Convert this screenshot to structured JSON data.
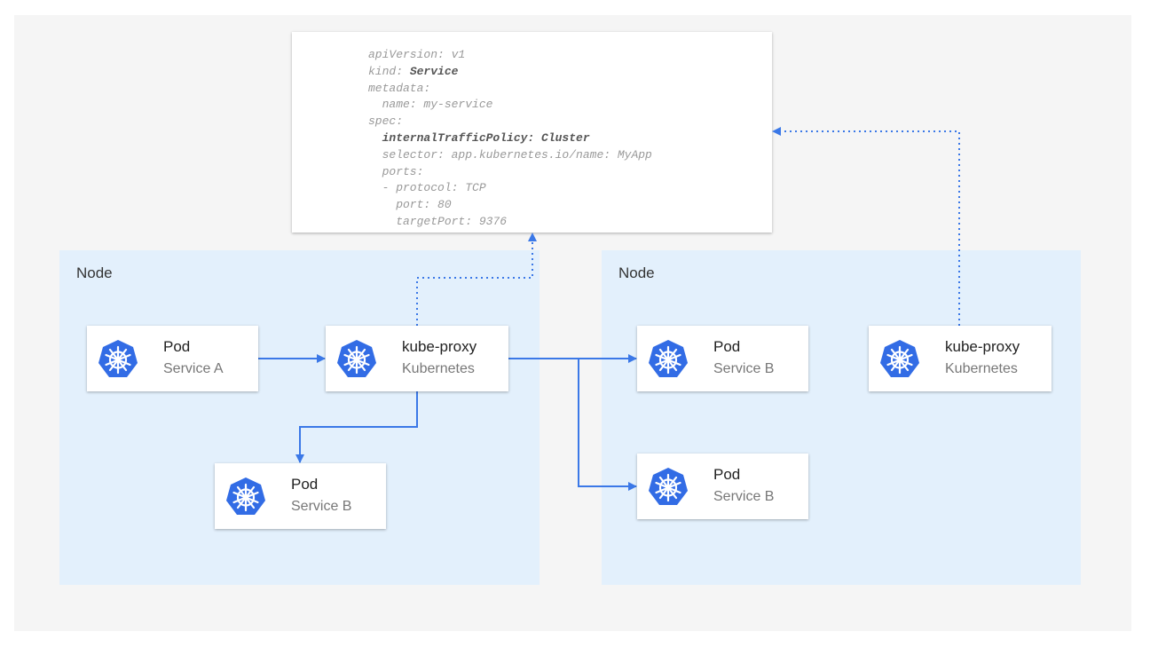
{
  "colors": {
    "accent": "#3b78e7",
    "node_bg": "#e3f0fc",
    "canvas_bg": "#f5f5f5"
  },
  "yaml": {
    "lines": [
      "apiVersion: v1",
      "kind: ",
      "metadata:",
      "  name: my-service",
      "spec:",
      "",
      "  selector: app.kubernetes.io/name: MyApp",
      "  ports:",
      "  - protocol: TCP",
      "    port: 80",
      "    targetPort: 9376"
    ],
    "kind_value": "Service",
    "policy_line": "  internalTrafficPolicy: Cluster"
  },
  "nodes": [
    {
      "label": "Node"
    },
    {
      "label": "Node"
    }
  ],
  "cards": {
    "pod_a": {
      "title": "Pod",
      "subtitle": "Service A",
      "icon": "kubernetes-icon"
    },
    "proxy_1": {
      "title": "kube-proxy",
      "subtitle": "Kubernetes",
      "icon": "kubernetes-icon"
    },
    "pod_b1": {
      "title": "Pod",
      "subtitle": "Service B",
      "icon": "kubernetes-icon"
    },
    "pod_b2": {
      "title": "Pod",
      "subtitle": "Service B",
      "icon": "kubernetes-icon"
    },
    "pod_b3": {
      "title": "Pod",
      "subtitle": "Service B",
      "icon": "kubernetes-icon"
    },
    "proxy_2": {
      "title": "kube-proxy",
      "subtitle": "Kubernetes",
      "icon": "kubernetes-icon"
    }
  }
}
